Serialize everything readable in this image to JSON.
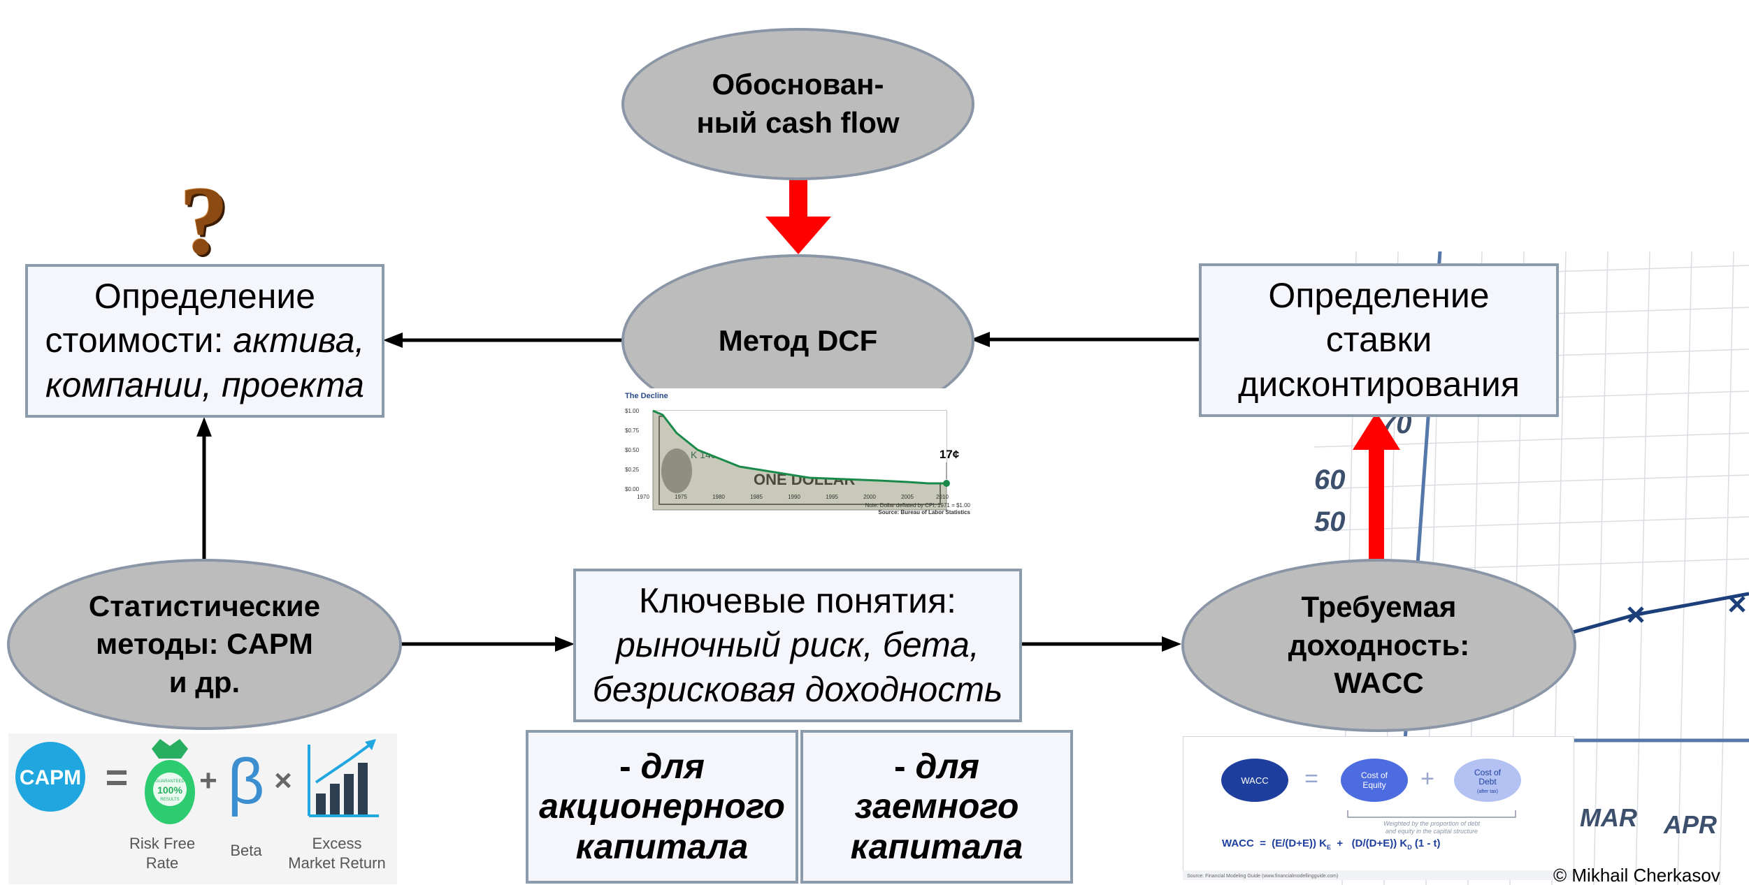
{
  "center": {
    "top_ellipse": [
      "Обоснован-",
      "ный cash flow"
    ],
    "dcf": "Метод DCF"
  },
  "left_box": {
    "line1": "Определение",
    "line2_plain": "стоимости: ",
    "line2_italic": "актива,",
    "line3_italic": "компании, проекта"
  },
  "right_box": [
    "Определение",
    "ставки",
    "дисконтирования"
  ],
  "stat_ellipse": [
    "Статистические",
    "методы: CAPM",
    "и др."
  ],
  "key_box": {
    "line1": "Ключевые понятия:",
    "line2": "рыночный риск, бета,",
    "line3": "безрисковая доходность"
  },
  "wacc_ellipse": [
    "Требуемая",
    "доходность:",
    "WACC"
  ],
  "equity_box": {
    "dash": "- ",
    "lines": [
      "для",
      "акционерного",
      "капитала"
    ]
  },
  "debt_box": {
    "dash": "- ",
    "lines": [
      "для",
      "заемного",
      "капитала"
    ]
  },
  "question_mark": "?",
  "copyright": "© Mikhail Cherkasov",
  "dollar_chart": {
    "title": "The Decline",
    "yticks": [
      "$1.00",
      "$0.75",
      "$0.50",
      "$0.25",
      "$0.00"
    ],
    "xticks": [
      "1970",
      "1975",
      "1980",
      "1985",
      "1990",
      "1995",
      "2000",
      "2005",
      "2010"
    ],
    "end_label": "17¢",
    "note": "Note: Dollar deflated by CPI, 1971 = $1.00",
    "source": "Source: Bureau of Labor Statistics",
    "serial": "K 146449",
    "banner": "ONE DOLLAR"
  },
  "capm_formula": {
    "badge": "CAPM",
    "eq": "=",
    "plus": "+",
    "beta_symbol": "β",
    "times": "×",
    "bag_text": [
      "GUARANTEED",
      "100%",
      "RESULTS"
    ],
    "label1": [
      "Risk Free",
      "Rate"
    ],
    "label2": "Beta",
    "label3": [
      "Excess",
      "Market Return"
    ]
  },
  "wacc_formula": {
    "wacc": "WACC",
    "eq": "=",
    "plus": "+",
    "equity": [
      "Cost of",
      "Equity"
    ],
    "debt": [
      "Cost of",
      "Debt"
    ],
    "debt_note": "(after tax)",
    "weight_note": [
      "Weighted by the proportion of debt",
      "and equity in the capital structure"
    ],
    "formula": "WACC  =  (E/(D+E)) K",
    "sub_e": "E",
    "formula_mid": "  +   (D/(D+E)) K",
    "sub_d": "D",
    "formula_end": " (1 - t)",
    "source": "Source: Financial Modeling Guide (www.financialmodellingguide.com)"
  },
  "sketch_labels": {
    "n70": "70",
    "n60": "60",
    "n50": "50",
    "mar": "MAR",
    "apr": "APR"
  },
  "colors": {
    "arrow_red": "#ff0000",
    "ellipse_fill": "#bcbcbc",
    "box_border": "#8c9bab",
    "wacc_blue": "#1f3f9e"
  }
}
